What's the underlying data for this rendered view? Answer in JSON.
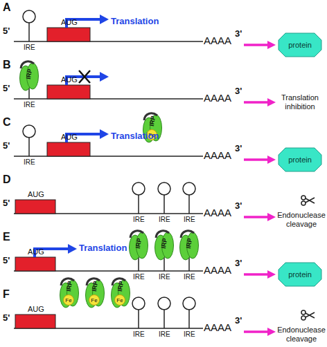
{
  "diagram": {
    "nodes": [
      {
        "text": [
          "protein"
        ]
      },
      {
        "text": [
          "IRP"
        ]
      },
      {
        "text": [
          "IRP"
        ]
      },
      {
        "text": [
          "Fe"
        ],
        "in": 2
      },
      {
        "text": [
          "protein"
        ]
      },
      {
        "text": [
          "IRP"
        ]
      },
      {
        "text": [
          "IRP"
        ]
      },
      {
        "text": [
          "IRP"
        ]
      },
      {
        "text": [
          "protein"
        ]
      },
      {
        "text": [
          "IRP"
        ]
      },
      {
        "text": [
          "Fe"
        ],
        "in": 9
      },
      {
        "text": [
          "IRP"
        ]
      },
      {
        "text": [
          "Fe"
        ],
        "in": 11
      },
      {
        "text": [
          "IRP"
        ]
      },
      {
        "text": [
          "Fe"
        ],
        "in": 13
      }
    ],
    "labels": [
      "A",
      "5'",
      "IRE",
      "AUG",
      "Translation",
      "AAAA",
      "3'",
      "B",
      "5'",
      "IRE",
      "AUG",
      "AAAA",
      "3'",
      "Translation inhibition",
      "C",
      "5'",
      "IRE",
      "AUG",
      "Translation",
      "AAAA",
      "3'",
      "D",
      "5'",
      "AUG",
      "IRE",
      "IRE",
      "IRE",
      "AAAA",
      "3'",
      "Endonuclease cleavage",
      "E",
      "5'",
      "AUG",
      "Translation",
      "IRE",
      "IRE",
      "IRE",
      "AAAA",
      "3'",
      "F",
      "5'",
      "AUG",
      "IRE",
      "IRE",
      "IRE",
      "AAAA",
      "3'",
      "Endonuclease cleavage"
    ]
  }
}
